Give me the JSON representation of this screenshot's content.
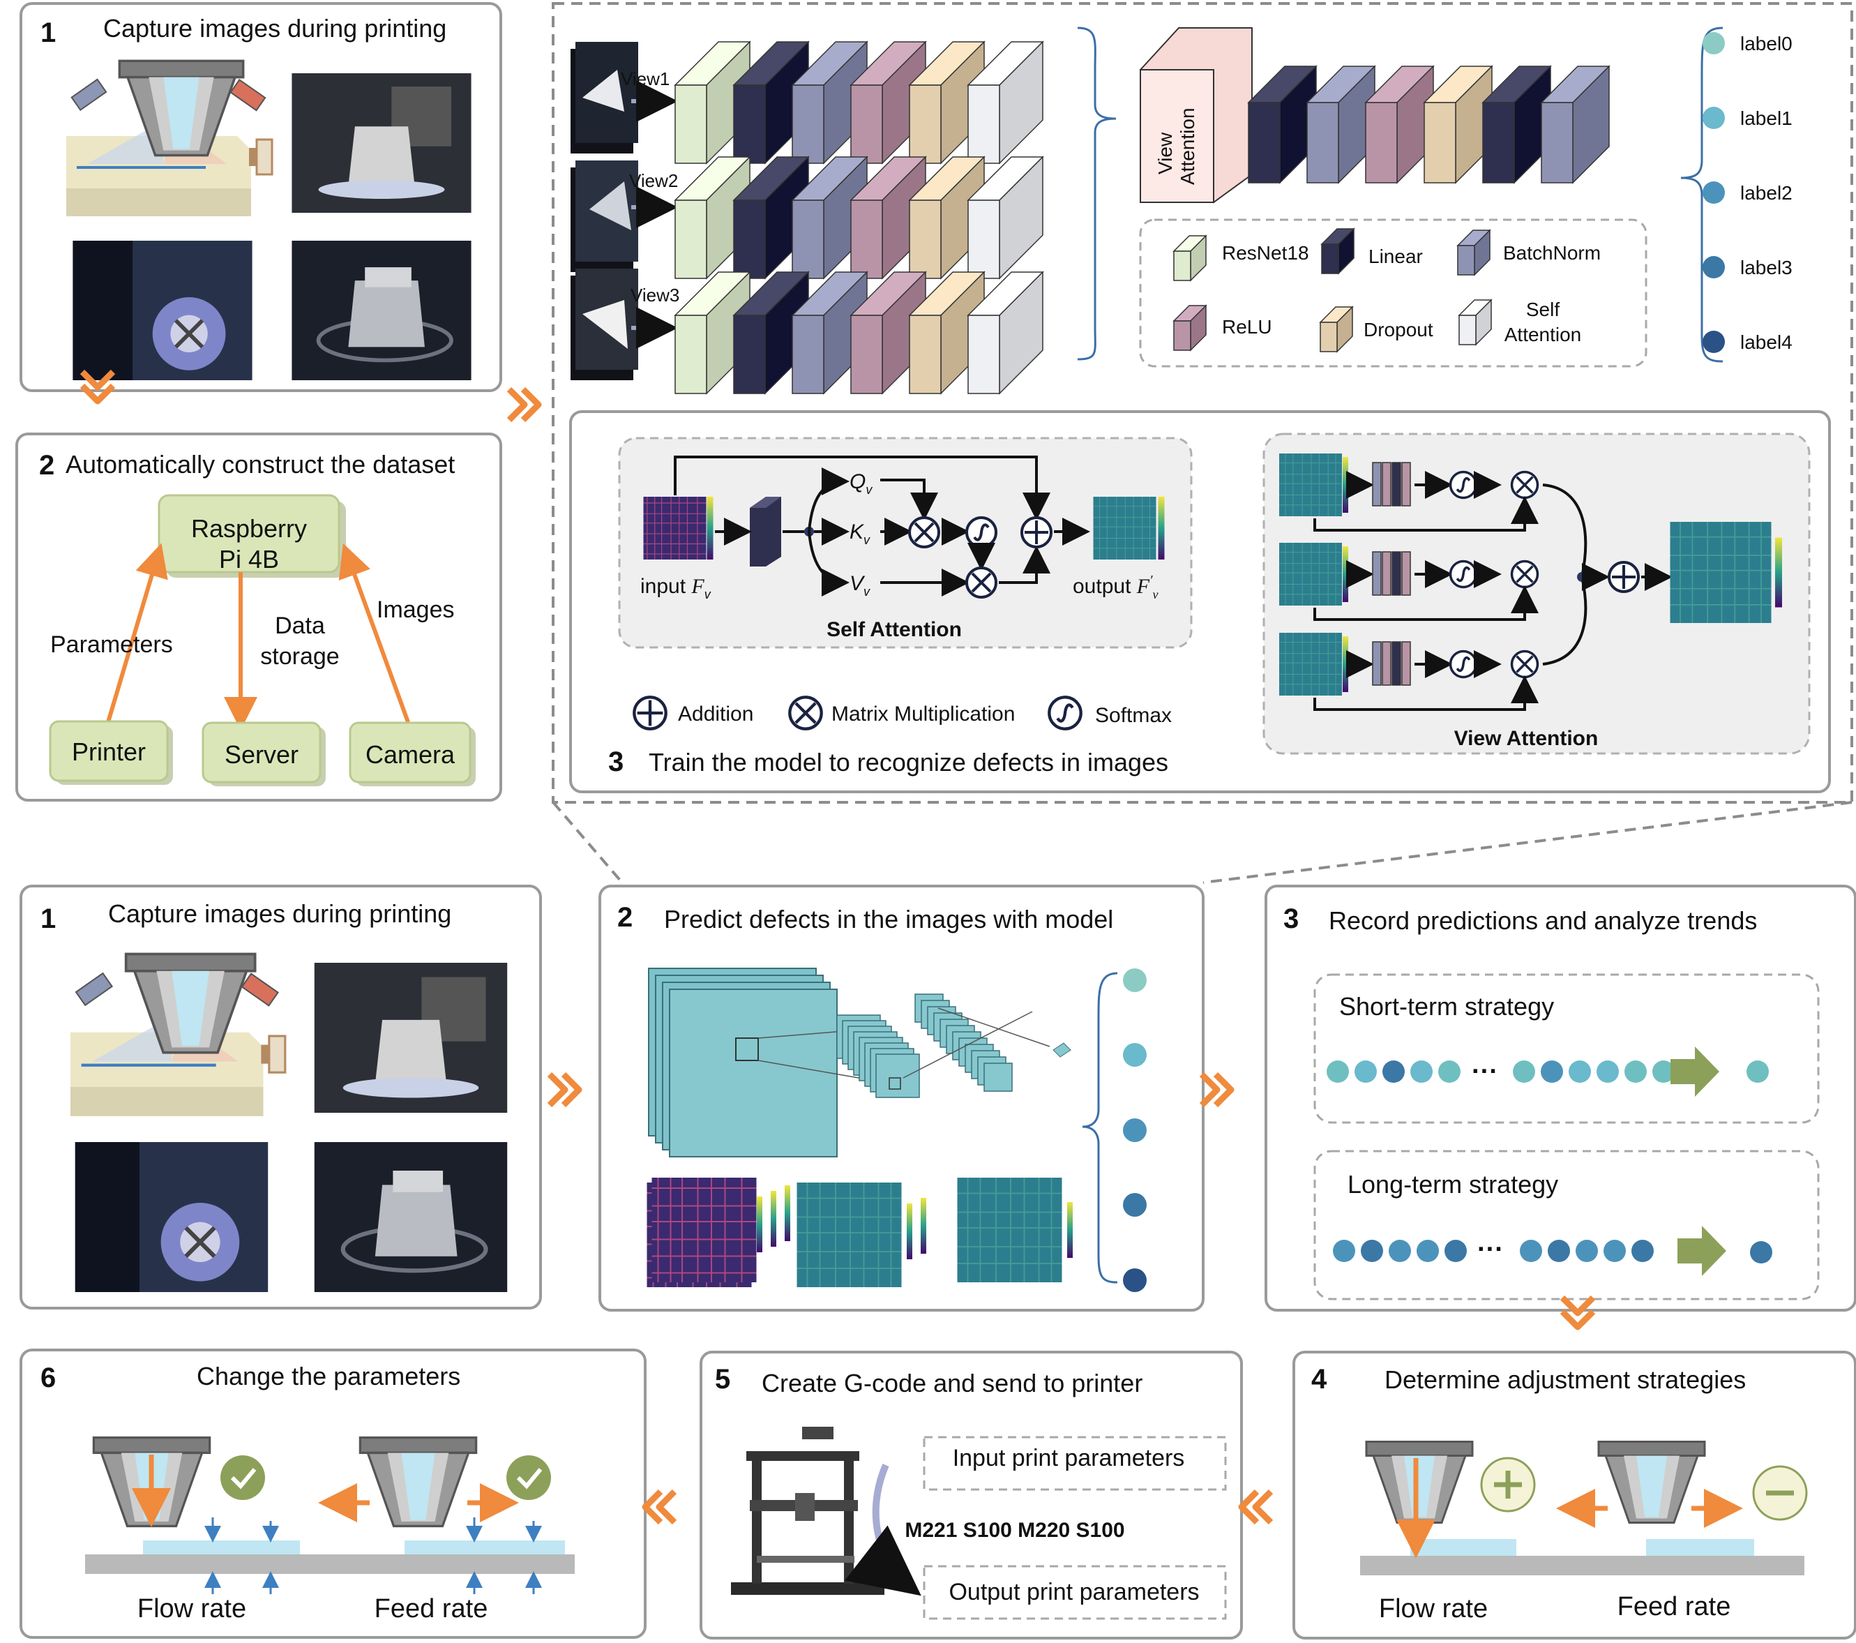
{
  "top": {
    "step1": {
      "num": "1",
      "title": "Capture images during printing"
    },
    "step2": {
      "num": "2",
      "title": "Automatically construct the dataset",
      "raspberry_line1": "Raspberry",
      "raspberry_line2": "Pi 4B",
      "parameters": "Parameters",
      "data_line1": "Data",
      "data_line2": "storage",
      "images": "Images",
      "printer": "Printer",
      "server": "Server",
      "camera": "Camera"
    },
    "step3": {
      "num": "3",
      "title": "Train the model to recognize defects in images",
      "views": [
        "View1",
        "View2",
        "View3"
      ],
      "view_attention_line1": "View",
      "view_attention_line2": "Attention",
      "legend": {
        "resnet": "ResNet18",
        "linear": "Linear",
        "batchnorm": "BatchNorm",
        "relu": "ReLU",
        "dropout": "Dropout",
        "self_att_line1": "Self",
        "self_att_line2": "Attention"
      },
      "labels": [
        "label0",
        "label1",
        "label2",
        "label3",
        "label4"
      ],
      "label_colors": [
        "#8ccbc4",
        "#6ab9cc",
        "#4c93bb",
        "#3b78a6",
        "#2a5287"
      ],
      "sa": {
        "q": "Q",
        "k": "K",
        "v": "V",
        "sub": "v",
        "input": "input",
        "output": "output",
        "f": "F",
        "title": "Self Attention"
      },
      "ops": {
        "addition": "Addition",
        "matmul": "Matrix Multiplication",
        "softmax": "Softmax"
      },
      "va_title": "View Attention"
    }
  },
  "bottom": {
    "step1": {
      "num": "1",
      "title": "Capture images during printing"
    },
    "step2": {
      "num": "2",
      "title": "Predict defects in the images with model"
    },
    "step3": {
      "num": "3",
      "title": "Record predictions and analyze trends",
      "short": "Short-term strategy",
      "long": "Long-term strategy",
      "ellipsis": "···"
    },
    "step4": {
      "num": "4",
      "title": "Determine adjustment strategies",
      "flow": "Flow rate",
      "feed": "Feed rate"
    },
    "step5": {
      "num": "5",
      "title": "Create G-code and send to printer",
      "input": "Input print parameters",
      "gcode": "M221 S100  M220 S100",
      "output": "Output print parameters"
    },
    "step6": {
      "num": "6",
      "title": "Change the parameters",
      "flow": "Flow rate",
      "feed": "Feed rate"
    }
  },
  "colors": {
    "orange": "#f08a3c",
    "green_box": "#dbe6b8",
    "resnet": "#dfeccf",
    "linear": "#2f2f4f",
    "batchnorm": "#8f93b3",
    "relu": "#b994a7",
    "dropout": "#e3cfae",
    "self_att": "#eef0f4"
  }
}
